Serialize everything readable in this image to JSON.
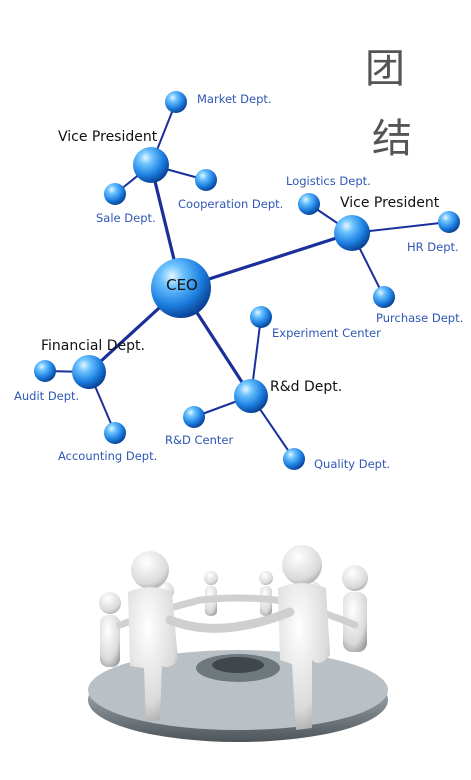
{
  "org_chart": {
    "ceo": "CEO",
    "vp_left": "Vice President",
    "vp_right": "Vice President",
    "market": "Market Dept.",
    "sale": "Sale Dept.",
    "cooperation": "Cooperation Dept.",
    "logistics": "Logistics Dept.",
    "hr": "HR Dept.",
    "purchase": "Purchase Dept.",
    "financial": "Financial Dept.",
    "audit": "Audit Dept.",
    "accounting": "Accounting Dept.",
    "rd": "R&d Dept.",
    "experiment": "Experiment Center",
    "rd_center": "R&D Center",
    "quality": "Quality Dept."
  },
  "calligraphy": {
    "char1": "团",
    "char2": "结"
  },
  "colors": {
    "node": "#2b8fe8",
    "node_dark": "#0a3d8f",
    "link": "#1a2f9a",
    "label": "#2f56b5"
  }
}
